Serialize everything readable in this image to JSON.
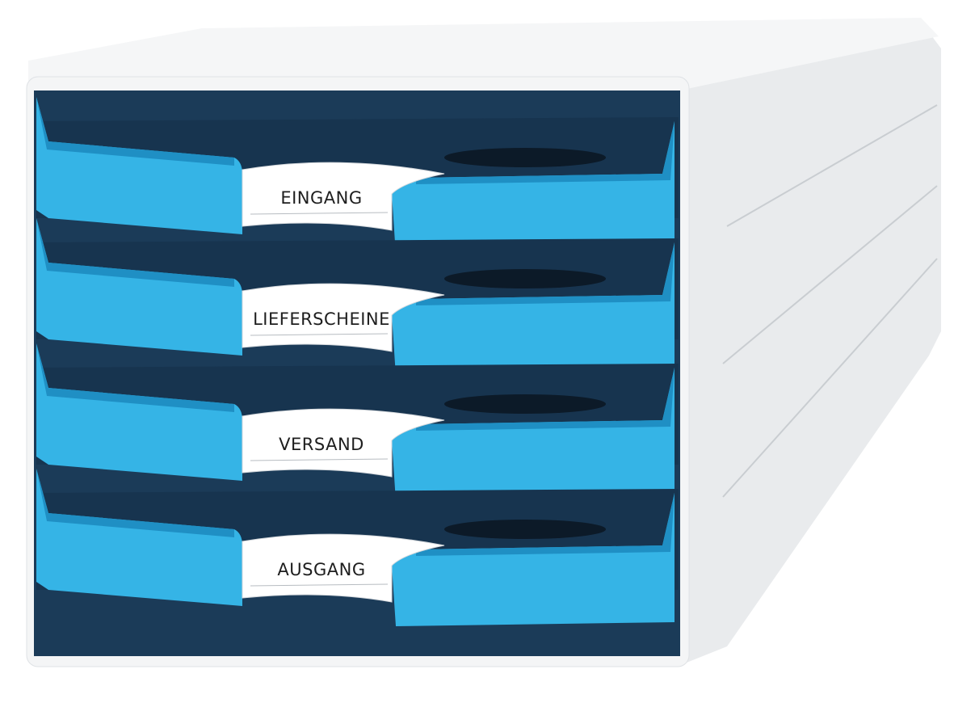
{
  "product": {
    "drawers": [
      {
        "label": "EINGANG"
      },
      {
        "label": "LIEFERSCHEINE"
      },
      {
        "label": "VERSAND"
      },
      {
        "label": "AUSGANG"
      }
    ]
  },
  "colors": {
    "drawer": "#35b4e6",
    "drawer_shade": "#1f8fc4",
    "interior": "#1b3b58",
    "housing": "#f2f3f4",
    "housing_side": "#e6e8ea"
  }
}
